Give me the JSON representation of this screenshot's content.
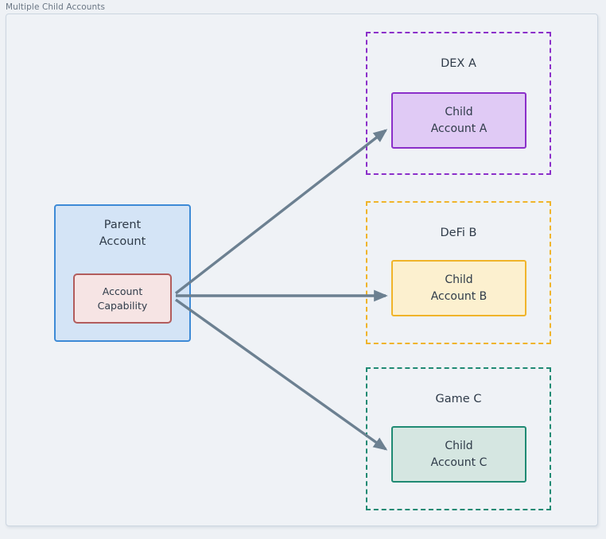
{
  "frame": {
    "title": "Multiple Child Accounts"
  },
  "palette": {
    "background": "#eef1f5",
    "frame_bg": "#eff2f6",
    "frame_border": "#ccd6e0",
    "text": "#2f3b49",
    "title_text": "#6a7684",
    "arrow": "#6c8091",
    "parent_fill": "#d4e4f6",
    "parent_border": "#3d8ad6",
    "capability_fill": "#f6e4e4",
    "capability_border": "#b25c5c",
    "dex_accent": "#8b2fc9",
    "dex_fill": "#e0caf5",
    "defi_accent": "#f0b42a",
    "defi_fill": "#fcf0cf",
    "game_accent": "#1f8a73",
    "game_fill": "#d5e6e1"
  },
  "parent": {
    "label_line1": "Parent",
    "label_line2": "Account",
    "capability_line1": "Account",
    "capability_line2": "Capability"
  },
  "groups": [
    {
      "id": "dex-a",
      "title": "DEX A",
      "child_line1": "Child",
      "child_line2": "Account A"
    },
    {
      "id": "defi-b",
      "title": "DeFi B",
      "child_line1": "Child",
      "child_line2": "Account B"
    },
    {
      "id": "game-c",
      "title": "Game C",
      "child_line1": "Child",
      "child_line2": "Account C"
    }
  ],
  "edges": [
    {
      "id": "edge-to-child-a",
      "from": "account-capability",
      "to": "child-account-a"
    },
    {
      "id": "edge-to-child-b",
      "from": "account-capability",
      "to": "child-account-b"
    },
    {
      "id": "edge-to-child-c",
      "from": "account-capability",
      "to": "child-account-c"
    }
  ]
}
